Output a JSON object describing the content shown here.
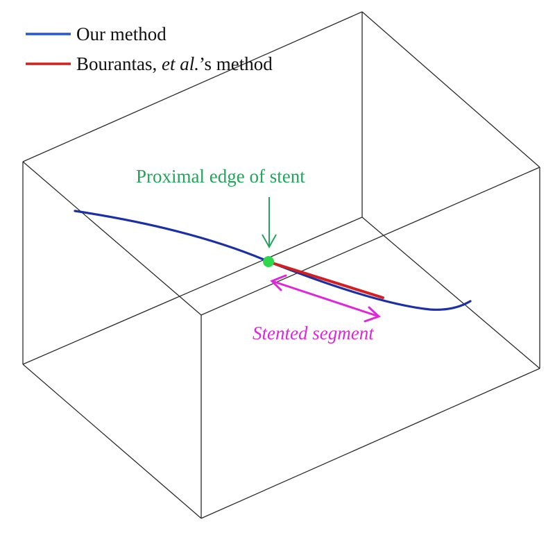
{
  "legend": {
    "items": [
      {
        "label": "Our method",
        "color": "#1f57d8"
      },
      {
        "label_prefix": "Bourantas, ",
        "label_italic": "et al.",
        "label_suffix": "’s method",
        "color": "#d21f1f"
      }
    ]
  },
  "annotations": {
    "proximal_edge": {
      "text": "Proximal edge of stent",
      "color": "#22a45a"
    },
    "stented_segment": {
      "text": "Stented segment",
      "color": "#e026d8"
    }
  },
  "colors": {
    "box_edges": "#2b2b2b",
    "centerline": "#1a2fa8",
    "marker": "#2fd84a"
  }
}
